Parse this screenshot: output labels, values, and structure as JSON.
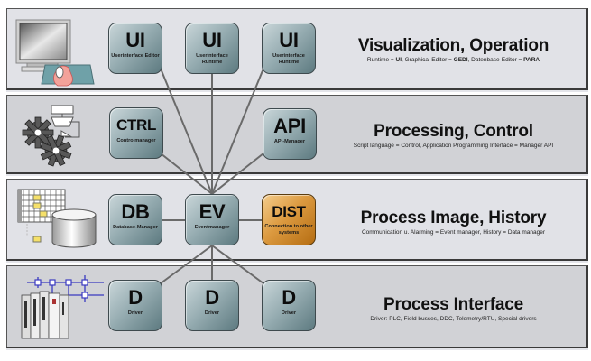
{
  "layers": [
    {
      "title": "Visualization, Operation",
      "subtitle_parts": [
        {
          "text": "Runtime = ",
          "bold": false
        },
        {
          "text": "UI",
          "bold": true
        },
        {
          "text": ", Graphical Editor = ",
          "bold": false
        },
        {
          "text": "GEDI",
          "bold": true
        },
        {
          "text": ", Datenbase-Editor = ",
          "bold": false
        },
        {
          "text": "PARA",
          "bold": true
        }
      ],
      "icon": "monitor-mouse-icon"
    },
    {
      "title": "Processing, Control",
      "subtitle": "Script language = Control, Application Programming Interface = Manager API",
      "icon": "gears-flowchart-icon"
    },
    {
      "title": "Process Image, History",
      "subtitle": "Communication u. Alarming = Event manager, History = Data manager",
      "icon": "database-icon"
    },
    {
      "title": "Process Interface",
      "subtitle": "Driver: PLC, Field busses, DDC, Telemetry/RTU, Special drivers",
      "icon": "plc-fieldbus-icon"
    }
  ],
  "modules": {
    "ui_editor": {
      "title": "UI",
      "sub": "Userinterface Editor"
    },
    "ui_runtime1": {
      "title": "UI",
      "sub": "Userinterface Runtime"
    },
    "ui_runtime2": {
      "title": "UI",
      "sub": "Userinterface Runtime"
    },
    "ctrl": {
      "title": "CTRL",
      "sub": "Controlmanager"
    },
    "api": {
      "title": "API",
      "sub": "API-Manager"
    },
    "db": {
      "title": "DB",
      "sub": "Database-Manager"
    },
    "ev": {
      "title": "EV",
      "sub": "Eventmanager"
    },
    "dist": {
      "title": "DIST",
      "sub": "Connection to other systems"
    },
    "driver1": {
      "title": "D",
      "sub": "Driver"
    },
    "driver2": {
      "title": "D",
      "sub": "Driver"
    },
    "driver3": {
      "title": "D",
      "sub": "Driver"
    }
  },
  "connections": [
    [
      "ui_editor",
      "ev"
    ],
    [
      "ui_runtime1",
      "ev"
    ],
    [
      "ui_runtime2",
      "ev"
    ],
    [
      "ctrl",
      "ev"
    ],
    [
      "api",
      "ev"
    ],
    [
      "db",
      "ev"
    ],
    [
      "ev",
      "dist"
    ],
    [
      "ev",
      "driver1"
    ],
    [
      "ev",
      "driver2"
    ],
    [
      "ev",
      "driver3"
    ]
  ],
  "colors": {
    "module_teal": "#7f989e",
    "module_orange": "#d48a2c",
    "panel_light": "#e1e2e7",
    "panel_grey": "#d1d2d6",
    "line": "#6a6a6a"
  }
}
